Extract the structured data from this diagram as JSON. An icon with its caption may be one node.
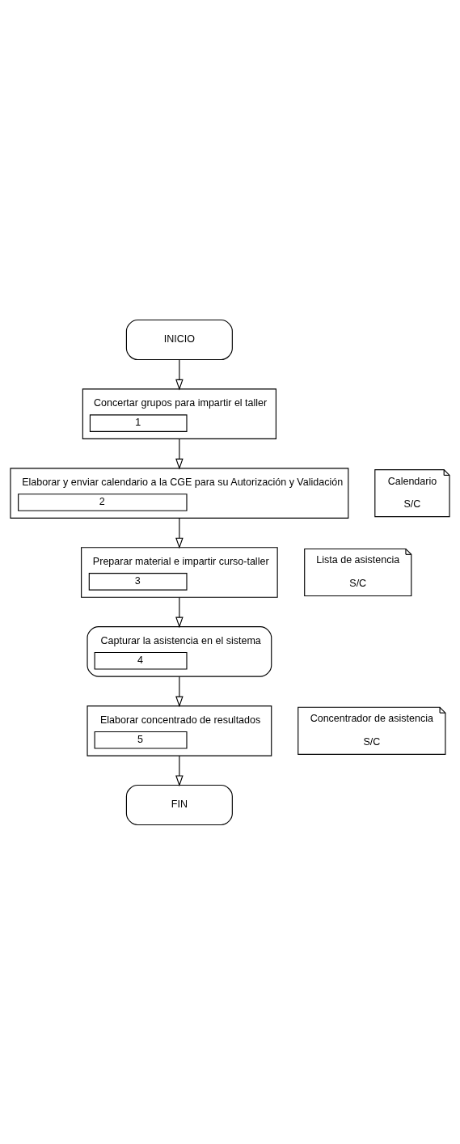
{
  "diagram": {
    "nodes": [
      {
        "text": [
          "INICIO"
        ]
      },
      {
        "text": [
          "Concertar grupos para impartir el taller",
          "1"
        ]
      },
      {
        "text": [
          "Elaborar y enviar calendario a la CGE para su Autorización y Validación",
          "2"
        ]
      },
      {
        "text": [
          "Calendario",
          "S/C"
        ]
      },
      {
        "text": [
          "Preparar material e impartir curso-taller",
          "3"
        ]
      },
      {
        "text": [
          "Lista de asistencia",
          "S/C"
        ]
      },
      {
        "text": [
          "Capturar la asistencia en el sistema",
          "4"
        ]
      },
      {
        "text": [
          "Elaborar concentrado de resultados",
          "5"
        ]
      },
      {
        "text": [
          "Concentrador de asistencia",
          "S/C"
        ]
      },
      {
        "text": [
          "FIN"
        ]
      }
    ],
    "edges": [
      {
        "from": 0,
        "to": 1,
        "arrow": "to"
      },
      {
        "from": 1,
        "to": 2,
        "arrow": "to"
      },
      {
        "from": 2,
        "to": 4,
        "arrow": "to"
      },
      {
        "from": 4,
        "to": 6,
        "arrow": "to"
      },
      {
        "from": 6,
        "to": 7,
        "arrow": "to"
      },
      {
        "from": 7,
        "to": 9,
        "arrow": "to"
      }
    ]
  }
}
